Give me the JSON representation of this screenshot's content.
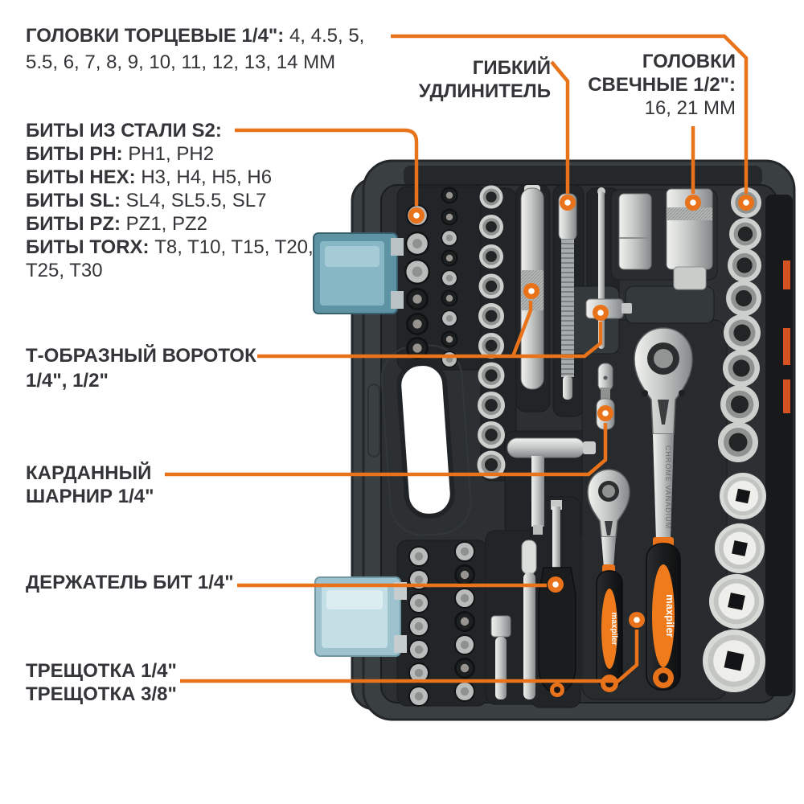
{
  "colors": {
    "accent_orange": "#E8731A",
    "label_text": "#333538",
    "case_shell": "#3A3F42",
    "tray": "#2C3033",
    "latch_top_teal": "#6FA2B2",
    "latch_bottom_teal": "#BCDAE2",
    "edge_clip_orange": "#D35420",
    "chrome": "#C7CAC8",
    "ratchet_grip_orange": "#F07B1D",
    "background": "#FFFFFF"
  },
  "labels": {
    "sockets_quarter": {
      "bold": "ГОЛОВКИ ТОРЦЕВЫЕ 1/4\":",
      "values": "4, 4.5, 5, 5.5, 6, 7, 8, 9, 10, 11, 12, 13, 14 ММ"
    },
    "bits": {
      "title": "БИТЫ ИЗ СТАЛИ S2:",
      "rows": [
        {
          "b": "БИТЫ PH:",
          "r": "PH1, PH2"
        },
        {
          "b": "БИТЫ HEX:",
          "r": "H3, H4, H5, H6"
        },
        {
          "b": "БИТЫ SL:",
          "r": "SL4, SL5.5, SL7"
        },
        {
          "b": "БИТЫ PZ:",
          "r": "PZ1, PZ2"
        },
        {
          "b": "БИТЫ TORX:",
          "r": "T8, T10, T15, T20,"
        },
        {
          "b": "",
          "r": "T25, T30"
        }
      ]
    },
    "flex_extension": {
      "line1": "ГИБКИЙ",
      "line2": "УДЛИНИТЕЛЬ"
    },
    "spark_sockets": {
      "line1": "ГОЛОВКИ",
      "line2": "СВЕЧНЫЕ 1/2\":",
      "line3": "16, 21 ММ"
    },
    "t_handle": {
      "line1": "Т-ОБРАЗНЫЙ ВОРОТОК",
      "line2": "1/4\", 1/2\""
    },
    "universal_joint": {
      "line1": "КАРДАННЫЙ",
      "line2": "ШАРНИР 1/4\""
    },
    "bit_holder": {
      "line1": "ДЕРЖАТЕЛЬ БИТ 1/4\""
    },
    "ratchets": {
      "line1": "ТРЕЩОТКА 1/4\"",
      "line2": "ТРЕЩОТКА 3/8\""
    }
  },
  "markings": {
    "handle_brand_big": "maxpiler",
    "handle_brand_small": "maxpiler",
    "shaft_text": "CHROME VANADIUM"
  }
}
